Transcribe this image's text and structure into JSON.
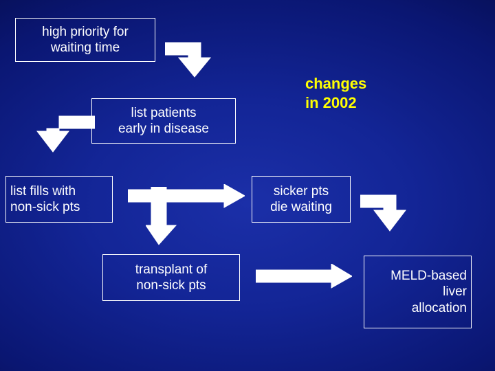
{
  "slide": {
    "background_top": "#1b2fa8",
    "background_bottom": "#01030f",
    "box_text_color": "#ffffff",
    "accent_text_color": "#ffff00",
    "arrow_color": "#ffffff"
  },
  "boxes": [
    {
      "id": "high-priority",
      "text": "high priority for\nwaiting time"
    },
    {
      "id": "list-patients-early",
      "text": "list patients\nearly in disease"
    },
    {
      "id": "list-fills-nonsick",
      "text": "list fills with\nnon-sick pts"
    },
    {
      "id": "sicker-pts-die",
      "text": "sicker pts\ndie waiting"
    },
    {
      "id": "transplant-nonsick",
      "text": "transplant of\nnon-sick pts"
    },
    {
      "id": "meld-allocation",
      "text": "MELD-based\nliver\nallocation"
    }
  ],
  "annotations": [
    {
      "id": "changes-2002",
      "text": "changes\nin 2002"
    }
  ],
  "arrows": [
    {
      "id": "arrow-elbow-top-right",
      "shape": "elbow-down-right"
    },
    {
      "id": "arrow-elbow-left-down",
      "shape": "elbow-down-left"
    },
    {
      "id": "arrow-right-middle",
      "shape": "right"
    },
    {
      "id": "arrow-down-middle",
      "shape": "down"
    },
    {
      "id": "arrow-elbow-right-down",
      "shape": "elbow-down-right"
    },
    {
      "id": "arrow-right-bottom",
      "shape": "right"
    }
  ]
}
